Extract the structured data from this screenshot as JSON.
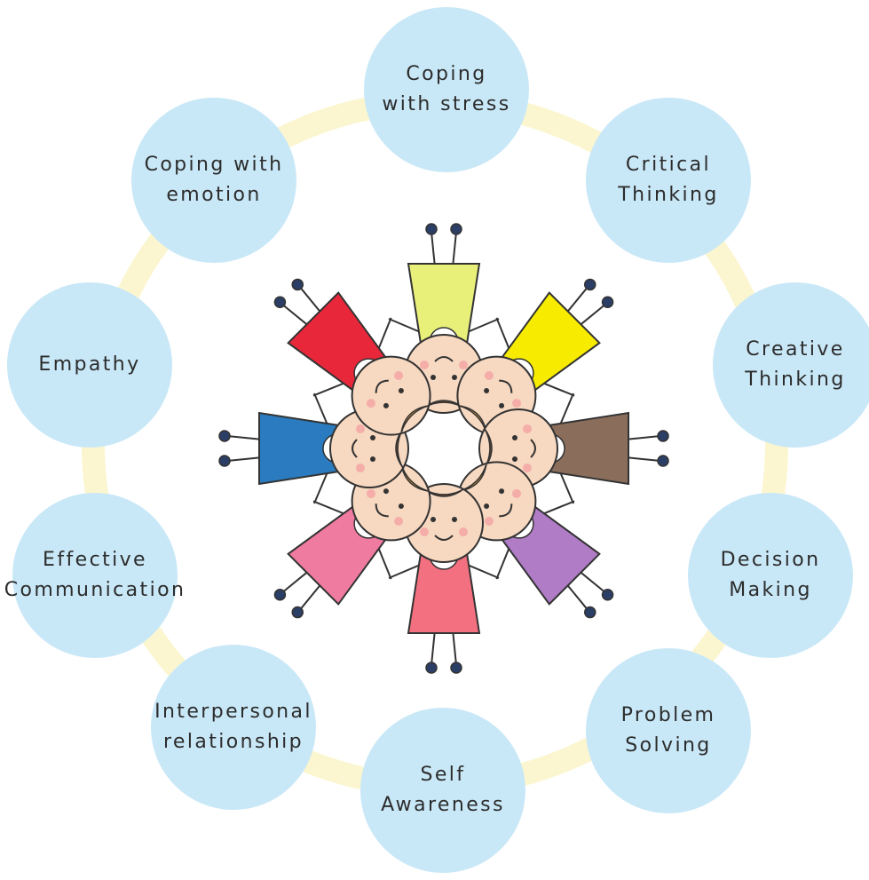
{
  "colors": {
    "circle_fill": "#c9e8f7",
    "ring": "#fbf6cf",
    "text": "#2c2c2c"
  },
  "skills": [
    {
      "id": "coping-with-stress",
      "label": "Coping\nwith stress"
    },
    {
      "id": "critical-thinking",
      "label": "Critical\nThinking"
    },
    {
      "id": "creative-thinking",
      "label": "Creative\nThinking"
    },
    {
      "id": "decision-making",
      "label": "Decision\nMaking"
    },
    {
      "id": "problem-solving",
      "label": "Problem\nSolving"
    },
    {
      "id": "self-awareness",
      "label": "Self\nAwareness"
    },
    {
      "id": "interpersonal-relationship",
      "label": "Interpersonal\nrelationship"
    },
    {
      "id": "effective-communication",
      "label": "Effective\nCommunication"
    },
    {
      "id": "empathy",
      "label": "Empathy"
    },
    {
      "id": "coping-with-emotion",
      "label": "Coping with\nemotion"
    }
  ],
  "illustration": {
    "name": "children-holding-hands-circle",
    "kid_colors": [
      "#e8f07a",
      "#f7ec00",
      "#8a6e5b",
      "#b07cc6",
      "#f2707f",
      "#f07ba0",
      "#2a7bbf",
      "#e8273a"
    ]
  }
}
